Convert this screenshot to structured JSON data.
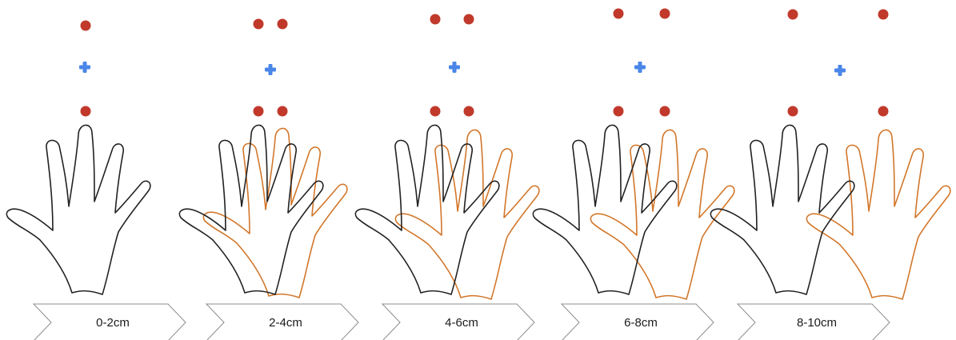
{
  "colors": {
    "marker_dot": "#c0392b",
    "fixation_cross": "#4a86e8",
    "reference_hand": "#222222",
    "displaced_hand": "#d2772b",
    "chevron_stroke": "#8c8c8c"
  },
  "icons": {
    "marker": "red-dot-icon",
    "fixation": "blue-cross-icon",
    "hand": "hand-outline-icon"
  },
  "panels": [
    {
      "label": "0-2cm"
    },
    {
      "label": "2-4cm"
    },
    {
      "label": "4-6cm"
    },
    {
      "label": "6-8cm"
    },
    {
      "label": "8-10cm"
    }
  ]
}
